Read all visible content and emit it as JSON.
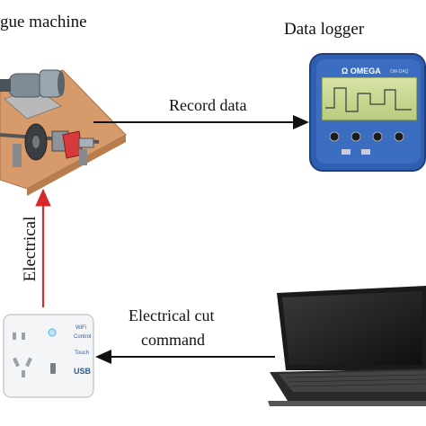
{
  "labels": {
    "fatigue_machine": "gue machine",
    "data_logger": "Data logger",
    "record_data": "Record data",
    "electrical": "Electrical",
    "cut_line1": "Electrical cut",
    "cut_line2": "command"
  },
  "devices": {
    "logger_brand": "Ω OMEGA",
    "logger_model": "OM-DAQ",
    "socket_wifi": "WiFi",
    "socket_control": "Control",
    "socket_touch": "Touch",
    "socket_usb": "USB"
  },
  "colors": {
    "record_arrow": "#111111",
    "electrical_arrow": "#d42a2a",
    "cut_arrow": "#111111",
    "logger_body": "#2f5fb0",
    "board": "#d79a6a"
  }
}
